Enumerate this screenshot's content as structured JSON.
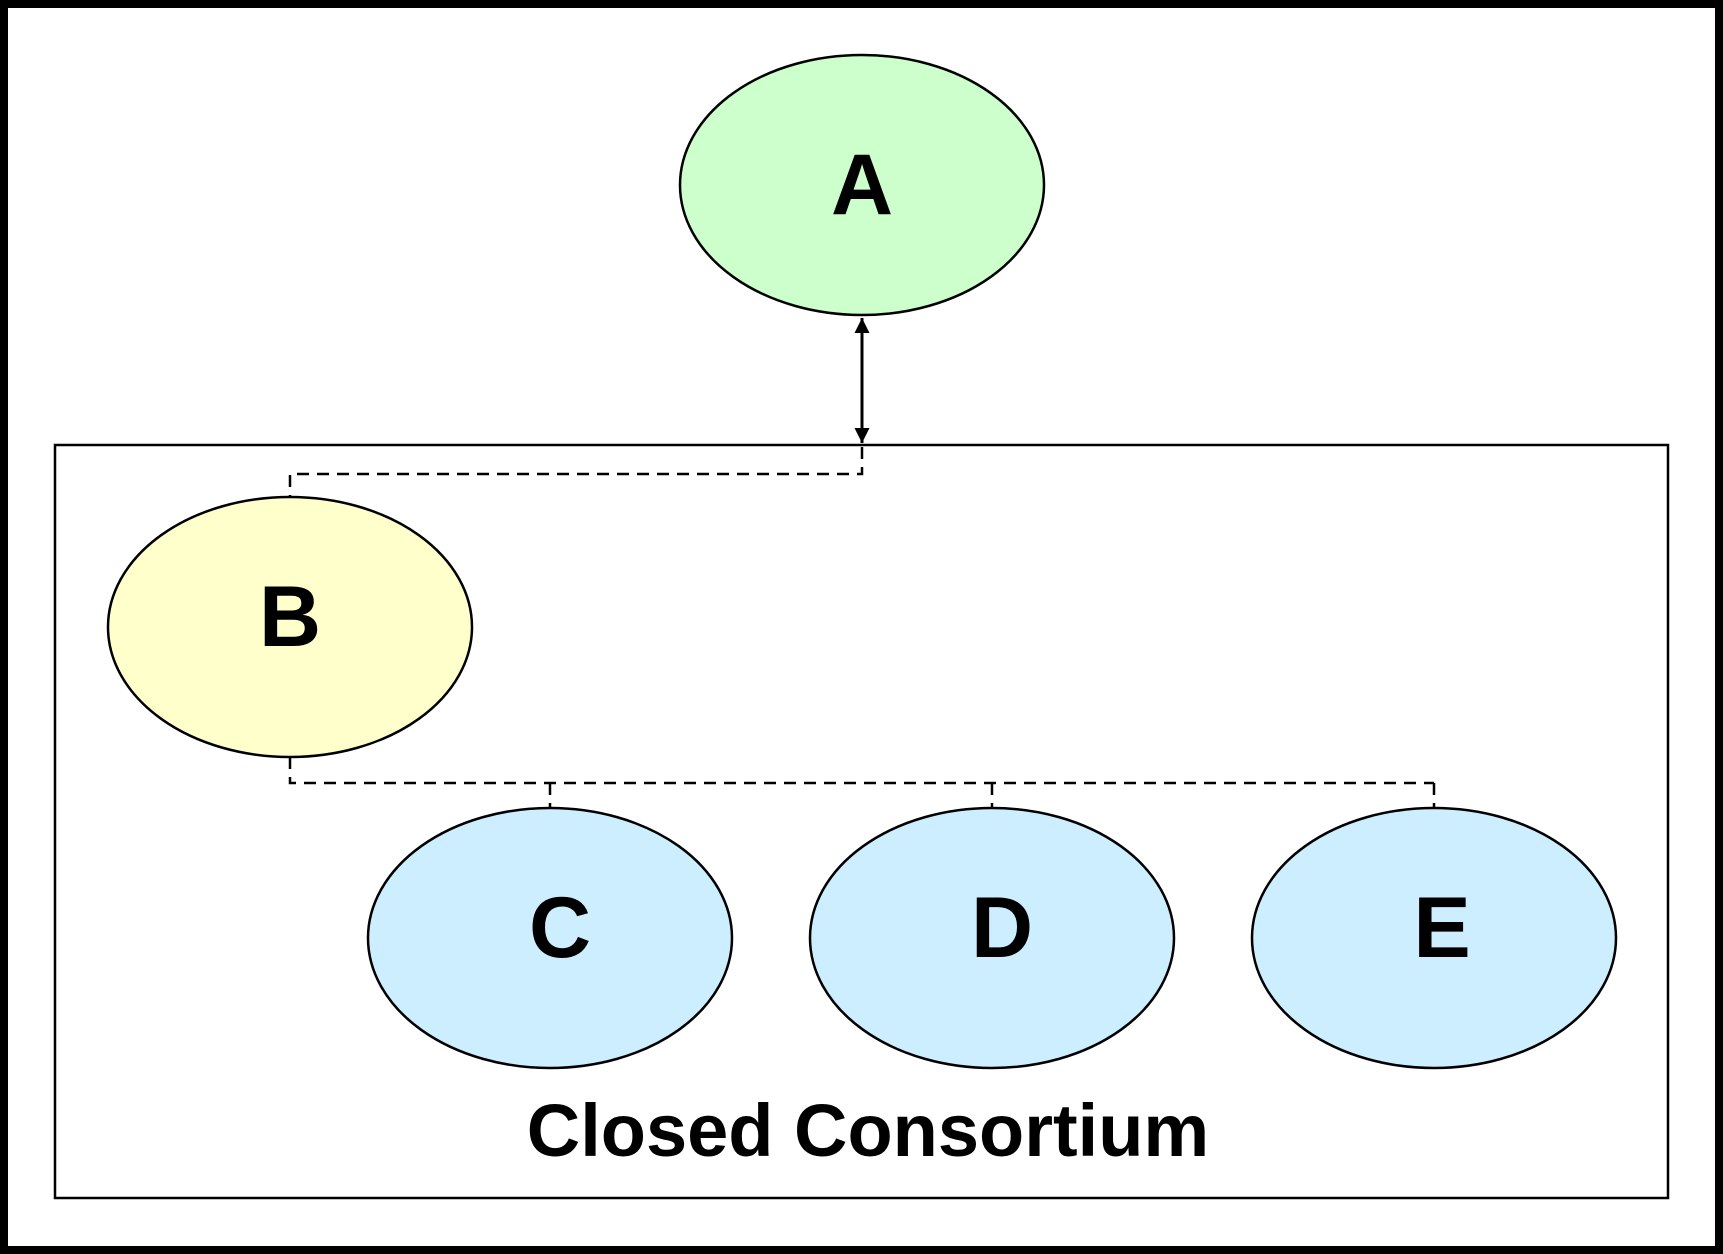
{
  "diagram": {
    "nodes": [
      {
        "id": "A",
        "label": "A",
        "fill": "#ccffcc"
      },
      {
        "id": "B",
        "label": "B",
        "fill": "#ffffcc"
      },
      {
        "id": "C",
        "label": "C",
        "fill": "#cceeff"
      },
      {
        "id": "D",
        "label": "D",
        "fill": "#cceeff"
      },
      {
        "id": "E",
        "label": "E",
        "fill": "#cceeff"
      }
    ],
    "group": {
      "label": "Closed Consortium"
    },
    "edges": [
      {
        "from": "A",
        "to": "Closed Consortium",
        "style": "solid",
        "arrows": "both"
      },
      {
        "from": "Closed Consortium",
        "to": "B",
        "style": "dashed"
      },
      {
        "from": "B",
        "to": "C",
        "style": "dashed"
      },
      {
        "from": "B",
        "to": "D",
        "style": "dashed"
      },
      {
        "from": "B",
        "to": "E",
        "style": "dashed"
      }
    ]
  }
}
